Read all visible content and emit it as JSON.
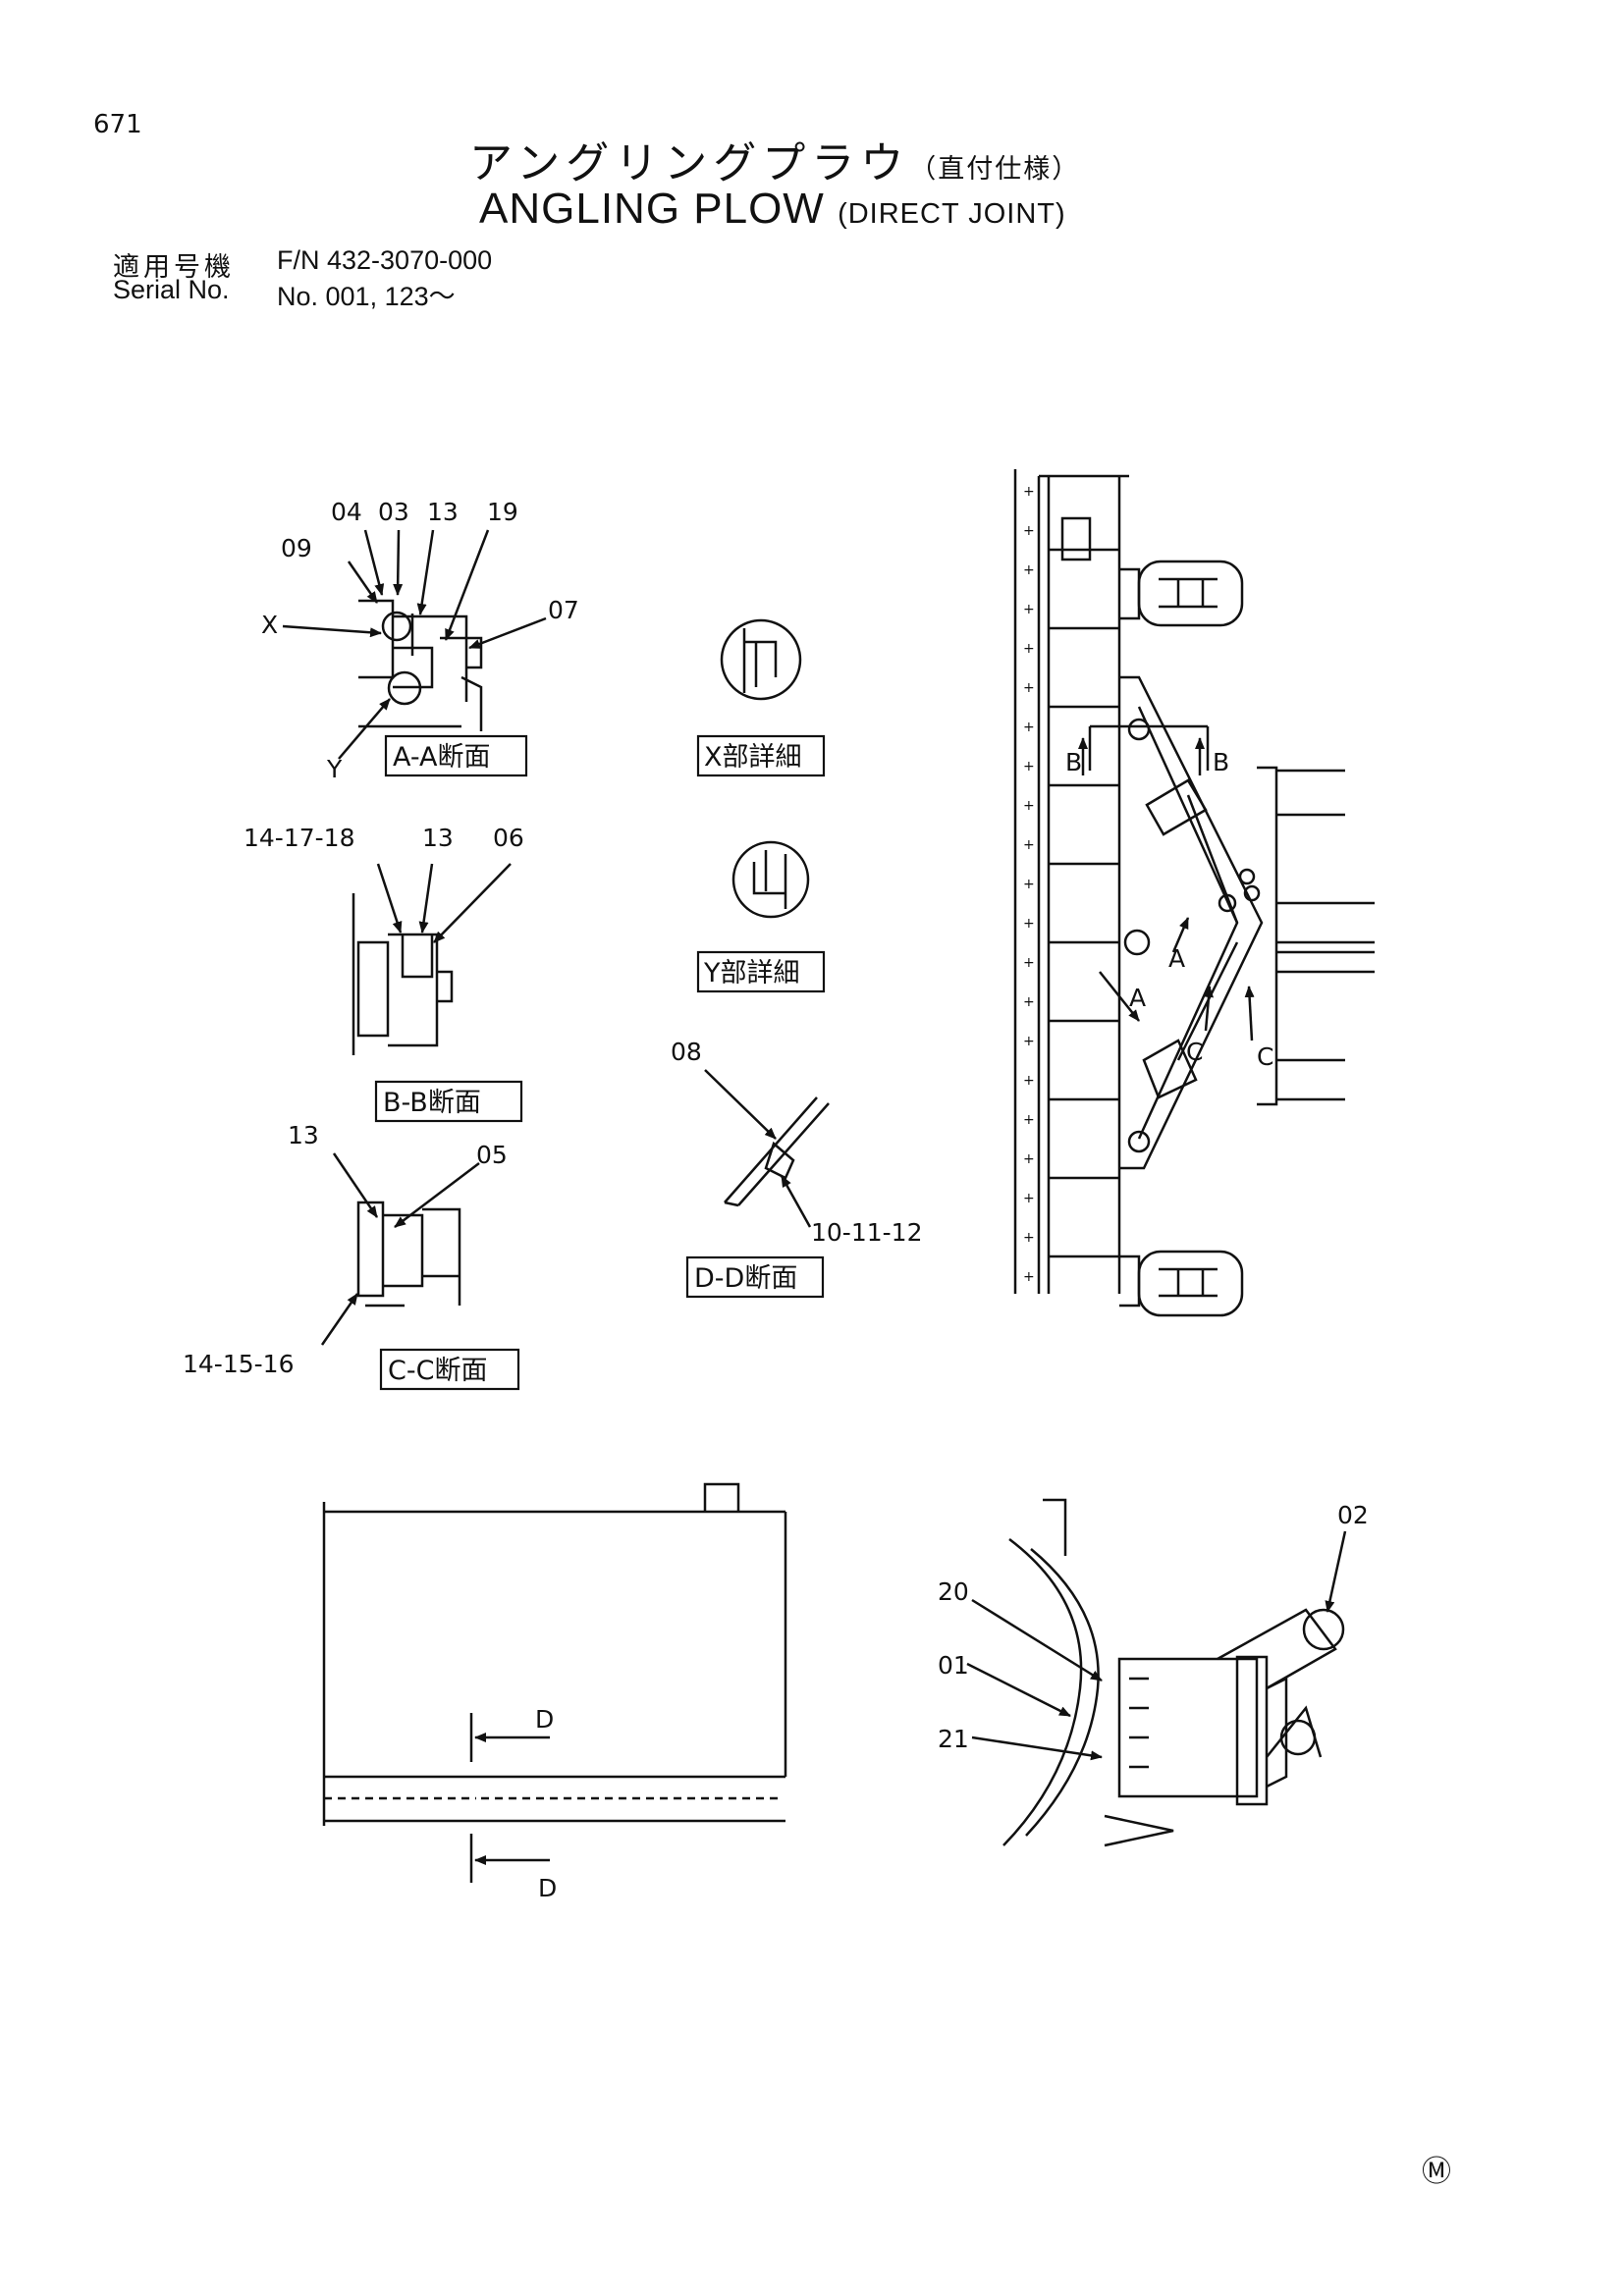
{
  "header": {
    "page_number": "671",
    "title_jp": "アングリングプラウ",
    "title_jp_sub": "（直付仕様）",
    "title_en": "ANGLING  PLOW",
    "title_en_sub": "(DIRECT  JOINT)",
    "model_label": "適用号機",
    "model_value": "F/N 432-3070-000",
    "serial_label": "Serial No.",
    "serial_value": "No. 001, 123～"
  },
  "sections": {
    "aa": "A-A断面",
    "bb": "B-B断面",
    "cc": "C-C断面",
    "dd": "D-D断面",
    "x_detail": "X部詳細",
    "y_detail": "Y部詳細"
  },
  "callouts": {
    "c04": "04",
    "c03": "03",
    "c13a": "13",
    "c19": "19",
    "c09": "09",
    "x": "X",
    "c07": "07",
    "y": "Y",
    "c14_17_18": "14-17-18",
    "c13b": "13",
    "c06": "06",
    "c13c": "13",
    "c05": "05",
    "c14_15_16": "14-15-16",
    "c08": "08",
    "c10_11_12": "10-11-12",
    "c02": "02",
    "c20": "20",
    "c01": "01",
    "c21": "21"
  },
  "view_markers": {
    "b_left": "B",
    "b_right": "B",
    "a_upper": "A",
    "a_lower": "A",
    "c_left": "C",
    "c_right": "C",
    "d_top": "D",
    "d_bottom": "D"
  },
  "footer": {
    "mark": "Ⓜ"
  }
}
